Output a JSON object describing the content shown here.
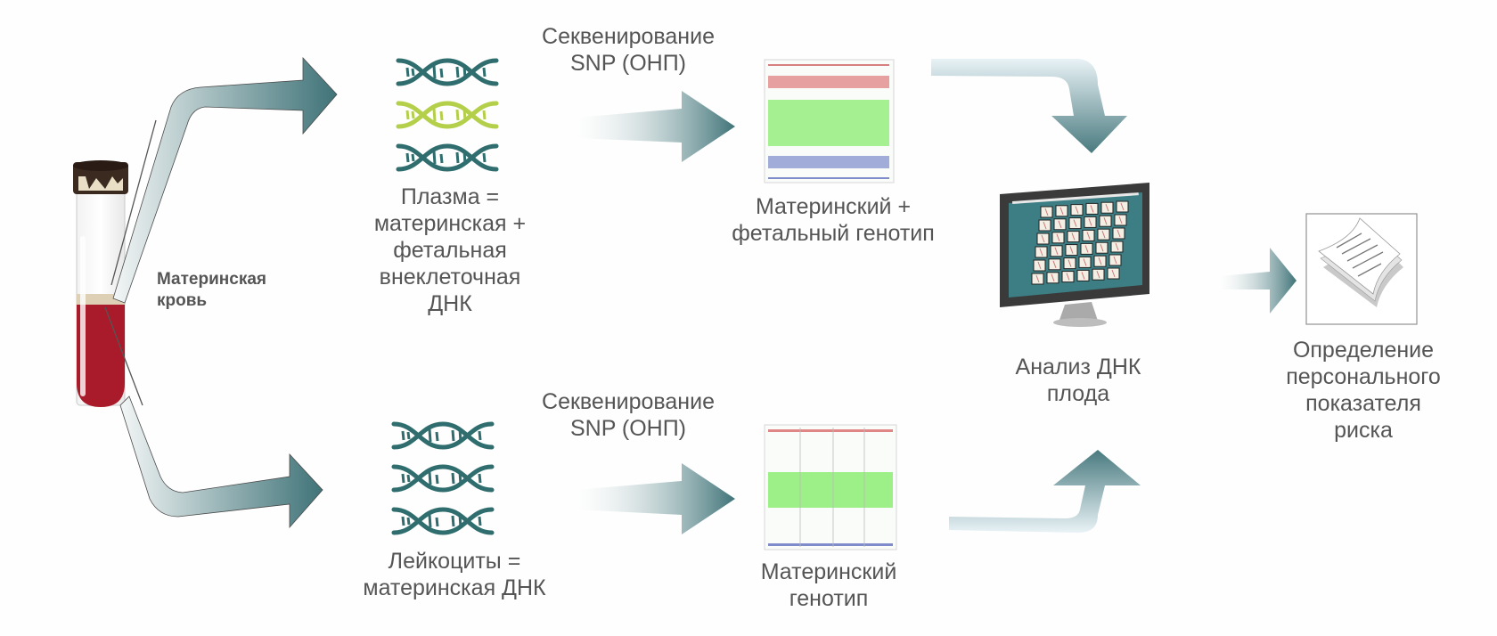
{
  "diagram": {
    "source": {
      "label": "Материнская\nкровь",
      "icon": "blood-tube-icon",
      "colors": {
        "blood": "#a91b2a",
        "buffy_coat": "#ddd0b5",
        "cap": "#3b2a20"
      }
    },
    "top_branch": {
      "sample_label": "Плазма =\nматеринская +\nфетальная\nвнеклеточная\nДНК",
      "dna_colors": [
        "#2f6d6e",
        "#b4cf4a",
        "#2f6d6e"
      ],
      "step_label": "Секвенирование\nSNP (ОНП)",
      "result_label": "Материнский +\nфетальный генотип",
      "plot_bands": [
        "red",
        "green",
        "blue"
      ]
    },
    "bottom_branch": {
      "sample_label": "Лейкоциты =\nматеринская ДНК",
      "dna_colors": [
        "#2f6d6e",
        "#2f6d6e",
        "#2f6d6e"
      ],
      "step_label": "Секвенирование\nSNP (ОНП)",
      "result_label": "Материнский\nгенотип",
      "plot_bands": [
        "green"
      ]
    },
    "analysis": {
      "label": "Анализ ДНК\nплода",
      "icon": "monitor-karyotype-icon"
    },
    "output": {
      "label": "Определение\nперсонального\nпоказателя\nриска",
      "icon": "document-stack-icon"
    },
    "colors": {
      "arrow": "#3f7378",
      "text": "#555555"
    }
  }
}
